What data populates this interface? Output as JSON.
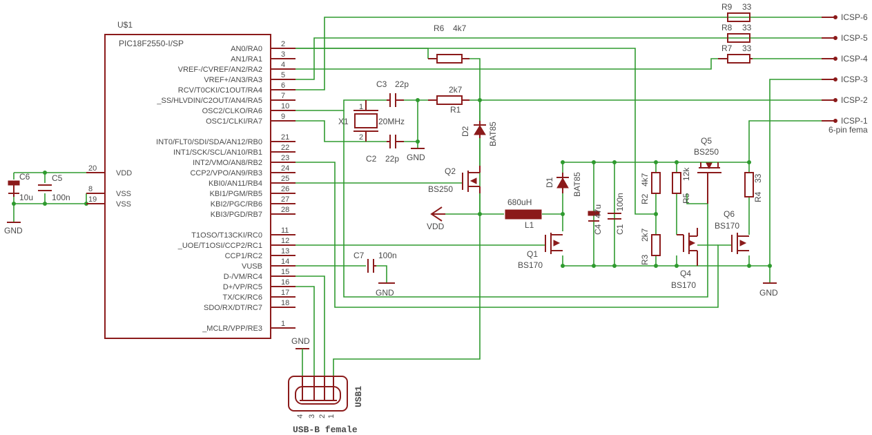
{
  "mcu": {
    "ref": "U$1",
    "part": "PIC18F2550-I/SP",
    "left_pins": [
      {
        "num": "20",
        "name": "VDD"
      },
      {
        "num": "8",
        "name": "VSS"
      },
      {
        "num": "19",
        "name": "VSS"
      }
    ],
    "right_pins": [
      {
        "num": "2",
        "name": "AN0/RA0"
      },
      {
        "num": "3",
        "name": "AN1/RA1"
      },
      {
        "num": "4",
        "name": "VREF-/CVREF/AN2/RA2"
      },
      {
        "num": "5",
        "name": "VREF+/AN3/RA3"
      },
      {
        "num": "6",
        "name": "RCV/T0CKI/C1OUT/RA4"
      },
      {
        "num": "7",
        "name": "_SS/HLVDIN/C2OUT/AN4/RA5"
      },
      {
        "num": "10",
        "name": "OSC2/CLKO/RA6"
      },
      {
        "num": "9",
        "name": "OSC1/CLKI/RA7"
      },
      {
        "num": "21",
        "name": "INT0/FLT0/SDI/SDA/AN12/RB0"
      },
      {
        "num": "22",
        "name": "INT1/SCK/SCL/AN10/RB1"
      },
      {
        "num": "23",
        "name": "INT2/VMO/AN8/RB2"
      },
      {
        "num": "24",
        "name": "CCP2/VPO/AN9/RB3"
      },
      {
        "num": "25",
        "name": "KBI0/AN11/RB4"
      },
      {
        "num": "26",
        "name": "KBI1/PGM/RB5"
      },
      {
        "num": "27",
        "name": "KBI2/PGC/RB6"
      },
      {
        "num": "28",
        "name": "KBI3/PGD/RB7"
      },
      {
        "num": "11",
        "name": "T1OSO/T13CKI/RC0"
      },
      {
        "num": "12",
        "name": "_UOE/T1OSI/CCP2/RC1"
      },
      {
        "num": "13",
        "name": "CCP1/RC2"
      },
      {
        "num": "14",
        "name": "VUSB"
      },
      {
        "num": "15",
        "name": "D-/VM/RC4"
      },
      {
        "num": "16",
        "name": "D+/VP/RC5"
      },
      {
        "num": "17",
        "name": "TX/CK/RC6"
      },
      {
        "num": "18",
        "name": "SDO/RX/DT/RC7"
      },
      {
        "num": "1",
        "name": "_MCLR/VPP/RE3"
      }
    ]
  },
  "labels": {
    "c6": "C6",
    "c6_val": "10u",
    "c5": "C5",
    "c5_val": "100n",
    "gnd": "GND",
    "c3": "C3",
    "c3_val": "22p",
    "c2": "C2",
    "c2_val": "22p",
    "x1": "X1",
    "x1_val": "20MHz",
    "x1_pin1": "1",
    "x1_pin2": "2",
    "r6": "R6",
    "r6_val": "4k7",
    "r1": "R1",
    "r1_val": "2k7",
    "r9": "R9",
    "r9_val": "33",
    "r8": "R8",
    "r8_val": "33",
    "r7": "R7",
    "r7_val": "33",
    "d2": "D2",
    "d2_val": "BAT85",
    "d1": "D1",
    "d1_val": "BAT85",
    "q2": "Q2",
    "q2_val": "BS250",
    "q1": "Q1",
    "q1_val": "BS170",
    "q4": "Q4",
    "q4_val": "BS170",
    "q5": "Q5",
    "q5_val": "BS250",
    "q6": "Q6",
    "q6_val": "BS170",
    "l1": "L1",
    "l1_val": "680uH",
    "vdd": "VDD",
    "c7": "C7",
    "c7_val": "100n",
    "c4": "C4",
    "c4_val": "47u",
    "c1": "C1",
    "c1_val": "100n",
    "r2": "R2",
    "r2_val": "4k7",
    "r3": "R3",
    "r3_val": "2k7",
    "r5": "R5",
    "r5_val": "12k",
    "r4": "R4",
    "r4_val": "33",
    "icsp6": "ICSP-6",
    "icsp5": "ICSP-5",
    "icsp4": "ICSP-4",
    "icsp3": "ICSP-3",
    "icsp2": "ICSP-2",
    "icsp1": "ICSP-1",
    "icsp_note": "6-pin fema",
    "usb_ref": "USB1",
    "usb_name": "USB-B female",
    "usb_pin4": "4",
    "usb_pin3": "3",
    "usb_pin2": "2",
    "usb_pin1": "1"
  }
}
